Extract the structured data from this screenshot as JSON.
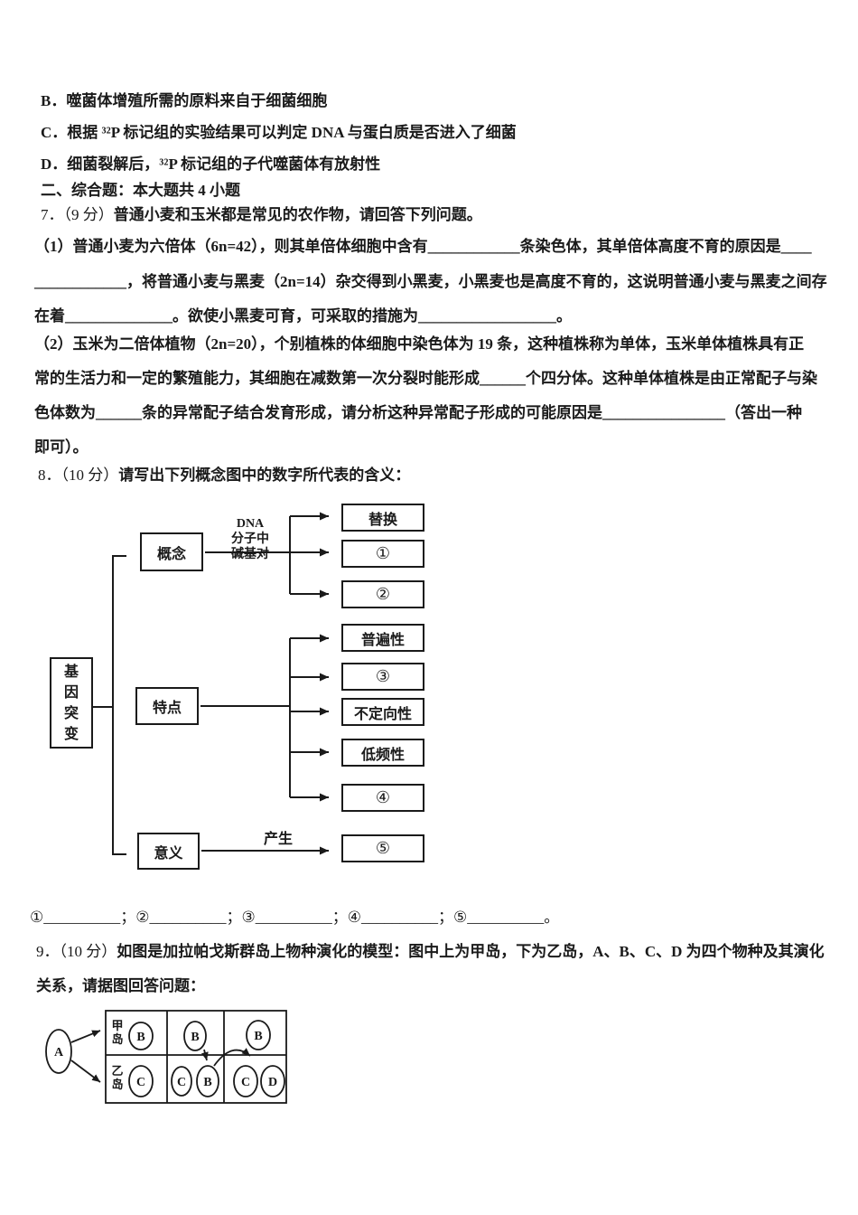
{
  "doc": {
    "options": {
      "b": "B．噬菌体增殖所需的原料来自于细菌细胞",
      "c": "C．根据 ³²P 标记组的实验结果可以判定 DNA 与蛋白质是否进入了细菌",
      "d": "D．细菌裂解后，³²P 标记组的子代噬菌体有放射性"
    },
    "section_header": "二、综合题：本大题共 4 小题",
    "q7": {
      "number": "7．（9 分）",
      "intro": "普通小麦和玉米都是常见的农作物，请回答下列问题。",
      "part1": {
        "line1": "（1）普通小麦为六倍体（6n=42），则其单倍体细胞中含有____________条染色体，其单倍体高度不育的原因是____",
        "line2": "____________，将普通小麦与黑麦（2n=14）杂交得到小黑麦，小黑麦也是高度不育的，这说明普通小麦与黑麦之间存",
        "line3": "在着______________。欲使小黑麦可育，可采取的措施为__________________。"
      },
      "part2": {
        "line1": "（2）玉米为二倍体植物（2n=20），个别植株的体细胞中染色体为 19 条，这种植株称为单体，玉米单体植株具有正",
        "line2": "常的生活力和一定的繁殖能力，其细胞在减数第一次分裂时能形成______个四分体。这种单体植株是由正常配子与染",
        "line3": "色体数为______条的异常配子结合发育形成，请分析这种异常配子形成的可能原因是________________（答出一种",
        "line4": "即可）。"
      }
    },
    "q8": {
      "number": "8．（10 分）",
      "intro": "请写出下列概念图中的数字所代表的含义：",
      "answer_line": "①__________；②__________；③__________；④__________；⑤__________。",
      "concept_map": {
        "root": "基\n因\n突\n变",
        "branch_concept": "概念",
        "concept_arrow_label": "DNA\n分子中\n碱基对",
        "concept_items": [
          "替换",
          "①",
          "②"
        ],
        "branch_feature": "特点",
        "feature_items": [
          "普遍性",
          "③",
          "不定向性",
          "低频性",
          "④"
        ],
        "branch_meaning": "意义",
        "meaning_arrow_label": "产生",
        "meaning_items": [
          "⑤"
        ]
      }
    },
    "q9": {
      "number": "9．（10 分）",
      "intro_line1": "如图是加拉帕戈斯群岛上物种演化的模型：图中上为甲岛，下为乙岛，A、B、C、D 为四个物种及其演化",
      "intro_line2": "关系，请据图回答问题：",
      "island_model": {
        "ancestor": "A",
        "island1_label": "甲\n岛",
        "island2_label": "乙\n岛",
        "island1_species": [
          "B",
          "B",
          "B"
        ],
        "island2_cell1": [
          "C"
        ],
        "island2_cell2": [
          "C",
          "B"
        ],
        "island2_cell3": [
          "C",
          "D"
        ]
      }
    }
  }
}
